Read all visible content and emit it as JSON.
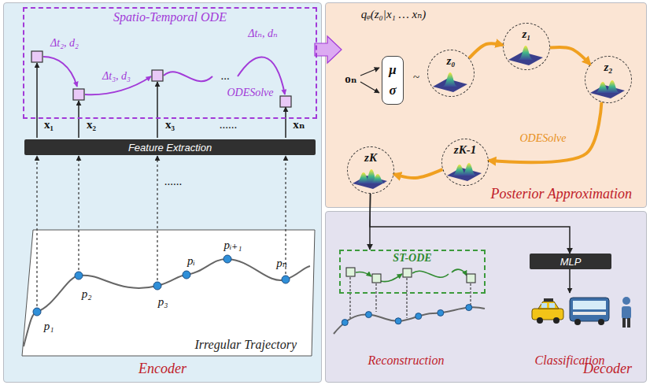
{
  "diagram": {
    "nodes": [
      {
        "text": [
          "Encoder"
        ]
      },
      {
        "text": [
          "Spatio-Temporal ODE"
        ],
        "in": 0
      },
      {
        "text": [
          "Feature Extraction"
        ],
        "in": 0
      },
      {
        "text": [
          "Irregular Trajectory"
        ],
        "in": 0
      },
      {
        "text": [
          "Posterior Approximation"
        ]
      },
      {
        "text": [
          "μ",
          "σ"
        ],
        "in": 4
      },
      {
        "text": [
          "z₀"
        ],
        "in": 4
      },
      {
        "text": [
          "z₁"
        ],
        "in": 4
      },
      {
        "text": [
          "z₂"
        ],
        "in": 4
      },
      {
        "text": [
          "zK-1"
        ],
        "in": 4
      },
      {
        "text": [
          "zK"
        ],
        "in": 4
      },
      {
        "text": [
          "Decoder"
        ]
      },
      {
        "text": [
          "ST-ODE"
        ],
        "in": 11
      },
      {
        "text": [
          "MLP"
        ],
        "in": 11
      }
    ],
    "edges": [
      {
        "from": 6,
        "to": 7,
        "arrow": "to"
      },
      {
        "from": 7,
        "to": 8,
        "arrow": "to"
      },
      {
        "from": 8,
        "to": 9,
        "label": "ODESolve",
        "arrow": "to"
      },
      {
        "from": 9,
        "to": 10,
        "arrow": "to"
      },
      {
        "from": 10,
        "to": 12,
        "arrow": "to"
      },
      {
        "from": 10,
        "to": 13,
        "arrow": "to"
      }
    ],
    "labels": [
      "Δt₂, d₂",
      "Δt₃, d₃",
      "...",
      "ODESolve",
      "Δtₙ, dₙ",
      "x₁",
      "x₂",
      "x₃",
      "......",
      "xₙ",
      "......",
      "p₁",
      "p₂",
      "p₃",
      "pᵢ",
      "pᵢ₊₁",
      "pₙ",
      "qᵩ(z₀|x₁ … xₙ)",
      "oₙ",
      "~",
      "Reconstruction",
      "Classification"
    ]
  }
}
